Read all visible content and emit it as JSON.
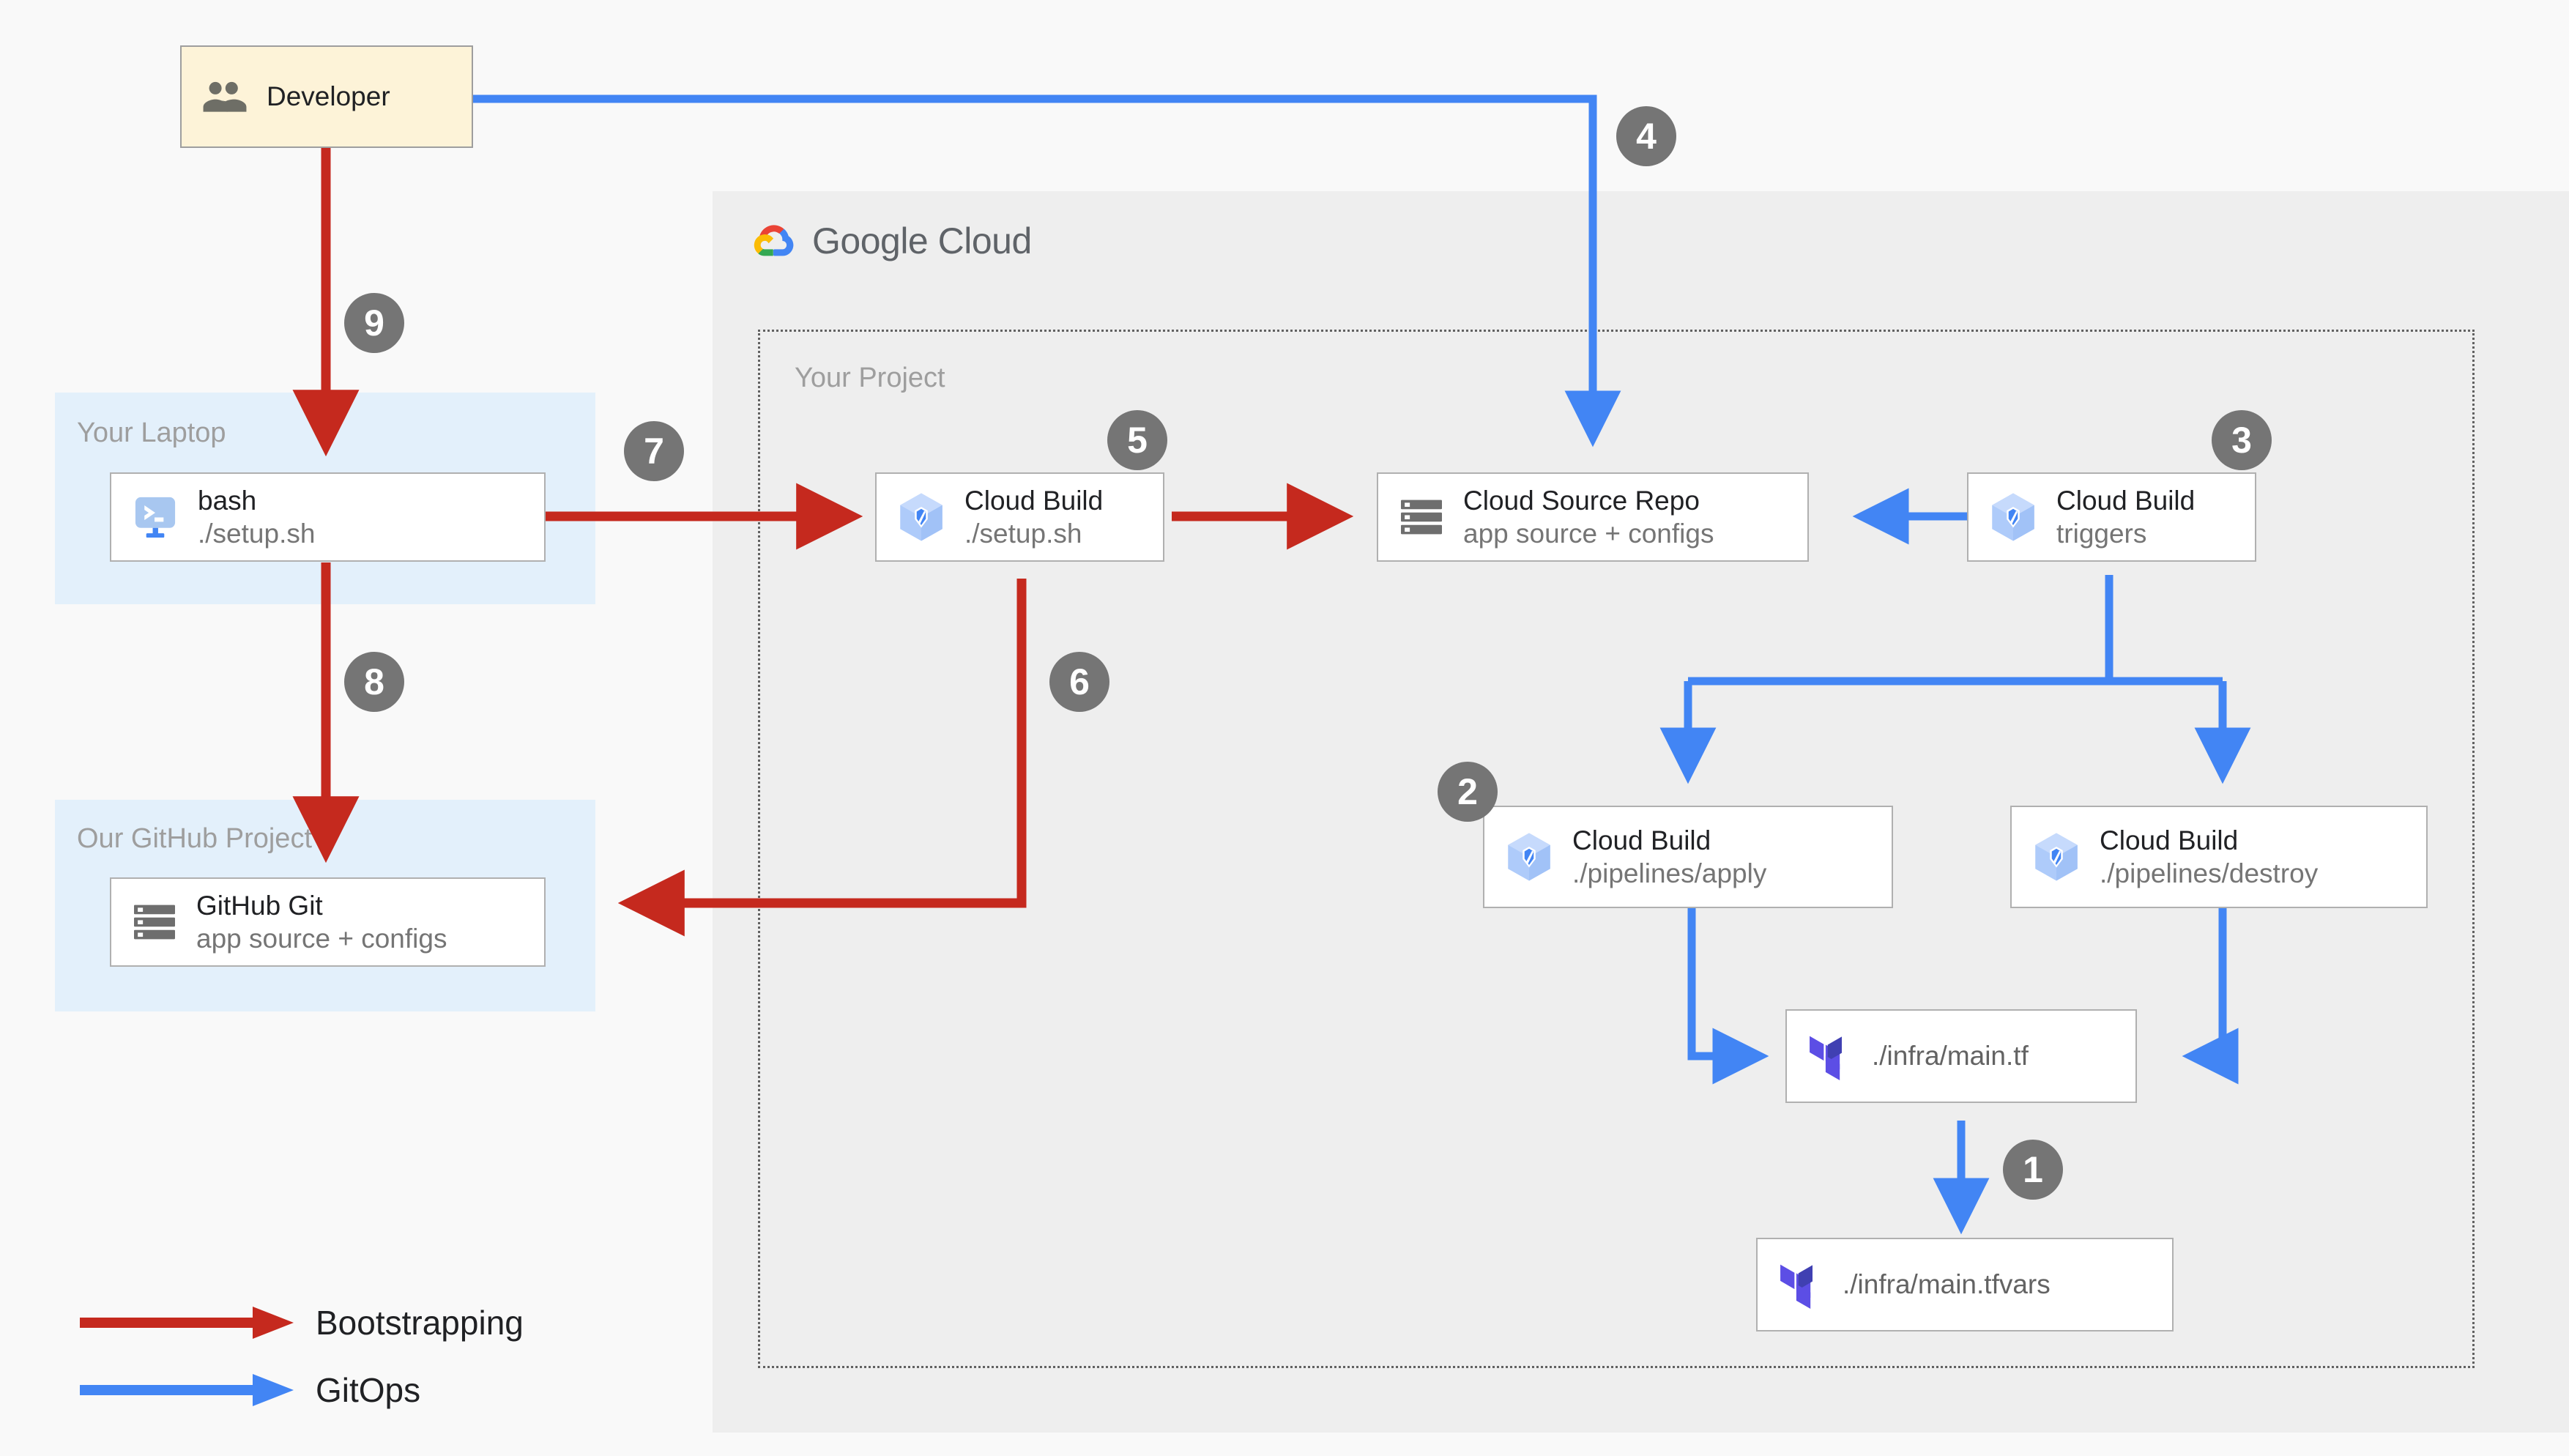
{
  "diagram": {
    "title": "Bootstrapping and GitOps flow on Google Cloud",
    "colors": {
      "bootstrapping": "#C5291E",
      "gitops": "#4285F4",
      "badge": "#757575",
      "panel": "#EEEEEE",
      "zone": "#E3F0FB",
      "developer": "#FDF3D8"
    }
  },
  "cloud": {
    "logo_text_light": "Google",
    "logo_text_bold": " Cloud",
    "project_label": "Your Project"
  },
  "zones": {
    "laptop_label": "Your Laptop",
    "github_label": "Our GitHub Project"
  },
  "nodes": {
    "developer": {
      "title": "Developer",
      "sub": "",
      "icon": "people-icon"
    },
    "bash": {
      "title": "bash",
      "sub": "./setup.sh",
      "icon": "terminal-icon"
    },
    "github_git": {
      "title": "GitHub Git",
      "sub": "app source + configs",
      "icon": "repo-icon"
    },
    "cb_setup": {
      "title": "Cloud Build",
      "sub": "./setup.sh",
      "icon": "cloud-build-icon"
    },
    "csr": {
      "title": "Cloud Source Repo",
      "sub": "app source + configs",
      "icon": "repo-icon"
    },
    "cb_triggers": {
      "title": "Cloud Build",
      "sub": "triggers",
      "icon": "cloud-build-icon"
    },
    "cb_apply": {
      "title": "Cloud Build",
      "sub": "./pipelines/apply",
      "icon": "cloud-build-icon"
    },
    "cb_destroy": {
      "title": "Cloud Build",
      "sub": "./pipelines/destroy",
      "icon": "cloud-build-icon"
    },
    "tf_main": {
      "title": "./infra/main.tf",
      "sub": "",
      "icon": "terraform-icon"
    },
    "tf_tfvars": {
      "title": "./infra/main.tfvars",
      "sub": "",
      "icon": "terraform-icon"
    }
  },
  "badges": [
    {
      "id": "badge-1",
      "label": "1"
    },
    {
      "id": "badge-2",
      "label": "2"
    },
    {
      "id": "badge-3",
      "label": "3"
    },
    {
      "id": "badge-4",
      "label": "4"
    },
    {
      "id": "badge-5",
      "label": "5"
    },
    {
      "id": "badge-6",
      "label": "6"
    },
    {
      "id": "badge-7",
      "label": "7"
    },
    {
      "id": "badge-8",
      "label": "8"
    },
    {
      "id": "badge-9",
      "label": "9"
    }
  ],
  "legend": [
    {
      "label": "Bootstrapping",
      "color": "#C5291E"
    },
    {
      "label": "GitOps",
      "color": "#4285F4"
    }
  ],
  "edges": [
    {
      "from": "developer",
      "to": "csr",
      "flow": "gitops",
      "step": "4"
    },
    {
      "from": "developer",
      "to": "bash",
      "flow": "bootstrapping",
      "step": "9"
    },
    {
      "from": "bash",
      "to": "github_git",
      "flow": "bootstrapping",
      "step": "8"
    },
    {
      "from": "bash",
      "to": "cb_setup",
      "flow": "bootstrapping",
      "step": "7"
    },
    {
      "from": "cb_setup",
      "to": "csr",
      "flow": "bootstrapping",
      "step": "5"
    },
    {
      "from": "cb_setup",
      "to": "github_git",
      "flow": "bootstrapping",
      "step": "6"
    },
    {
      "from": "cb_triggers",
      "to": "csr",
      "flow": "gitops",
      "step": "3"
    },
    {
      "from": "cb_triggers",
      "to": "cb_apply",
      "flow": "gitops",
      "step": "2"
    },
    {
      "from": "cb_triggers",
      "to": "cb_destroy",
      "flow": "gitops",
      "step": ""
    },
    {
      "from": "cb_apply",
      "to": "tf_main",
      "flow": "gitops",
      "step": ""
    },
    {
      "from": "cb_destroy",
      "to": "tf_main",
      "flow": "gitops",
      "step": ""
    },
    {
      "from": "tf_main",
      "to": "tf_tfvars",
      "flow": "gitops",
      "step": "1"
    }
  ]
}
